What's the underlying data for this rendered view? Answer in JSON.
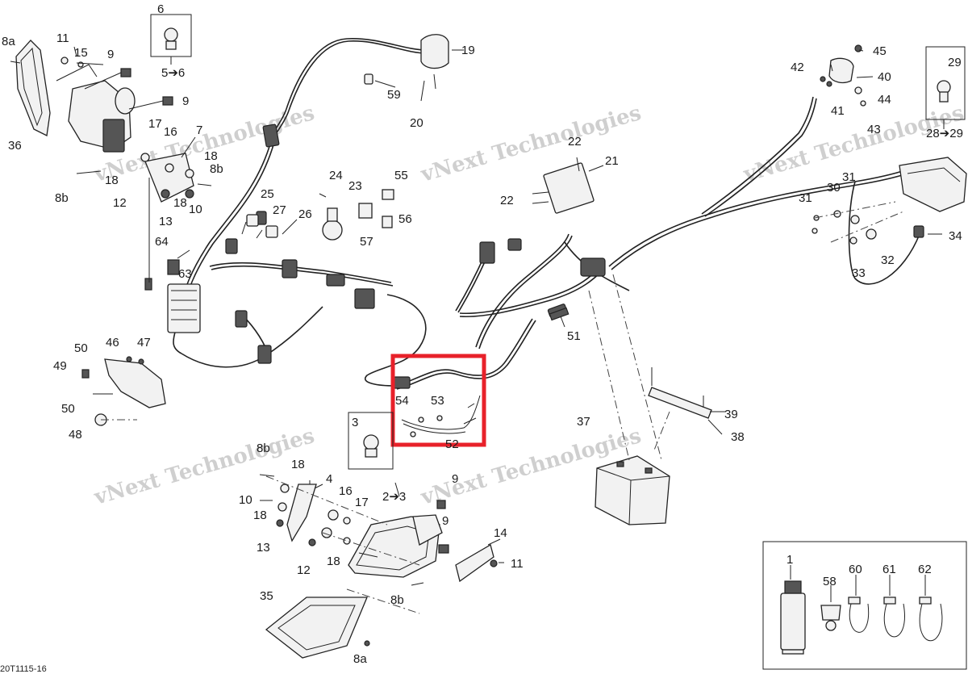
{
  "diagram": {
    "drawing_code": "20T1115-16",
    "watermark": [
      "vNext Technologies",
      "vNext Technologies",
      "vNext Technologies",
      "vNext Technologies",
      "vNext Technologies"
    ],
    "part_labels": [
      "8a",
      "11",
      "15",
      "9",
      "36",
      "5➔6",
      "6",
      "9",
      "17",
      "16",
      "7",
      "18",
      "8b",
      "18",
      "12",
      "13",
      "18",
      "10",
      "8b",
      "64",
      "63",
      "24",
      "23",
      "55",
      "25",
      "27",
      "26",
      "57",
      "56",
      "59",
      "19",
      "20",
      "22",
      "21",
      "22",
      "51",
      "50",
      "46",
      "47",
      "49",
      "50",
      "48",
      "54",
      "53",
      "52",
      "3",
      "2➔3",
      "37",
      "39",
      "38",
      "45",
      "42",
      "40",
      "41",
      "44",
      "43",
      "29",
      "28➔29",
      "31",
      "30",
      "31",
      "34",
      "32",
      "33",
      "8b",
      "18",
      "4",
      "10",
      "16",
      "17",
      "18",
      "13",
      "12",
      "18",
      "9",
      "14",
      "11",
      "8b",
      "35",
      "8a",
      "9",
      "1",
      "58",
      "60",
      "61",
      "62"
    ],
    "highlight_color": "#e8212a",
    "kit_parts": [
      "1",
      "58",
      "60",
      "61",
      "62"
    ]
  }
}
